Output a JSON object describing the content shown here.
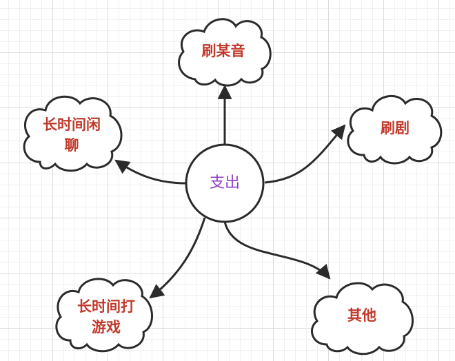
{
  "center": {
    "label": "支出"
  },
  "nodes": {
    "top": {
      "label": "刷某音"
    },
    "right": {
      "label": "刷剧"
    },
    "left": {
      "line1": "长时间闲",
      "line2": "聊"
    },
    "bottom_left": {
      "line1": "长时间打",
      "line2": "游戏"
    },
    "bottom_right": {
      "label": "其他"
    }
  },
  "colors": {
    "node_text": "#c0392b",
    "center_text": "#8e3cc9",
    "stroke": "#2b2b2b",
    "fill": "#ffffff",
    "grid": "#dcdcdc"
  }
}
